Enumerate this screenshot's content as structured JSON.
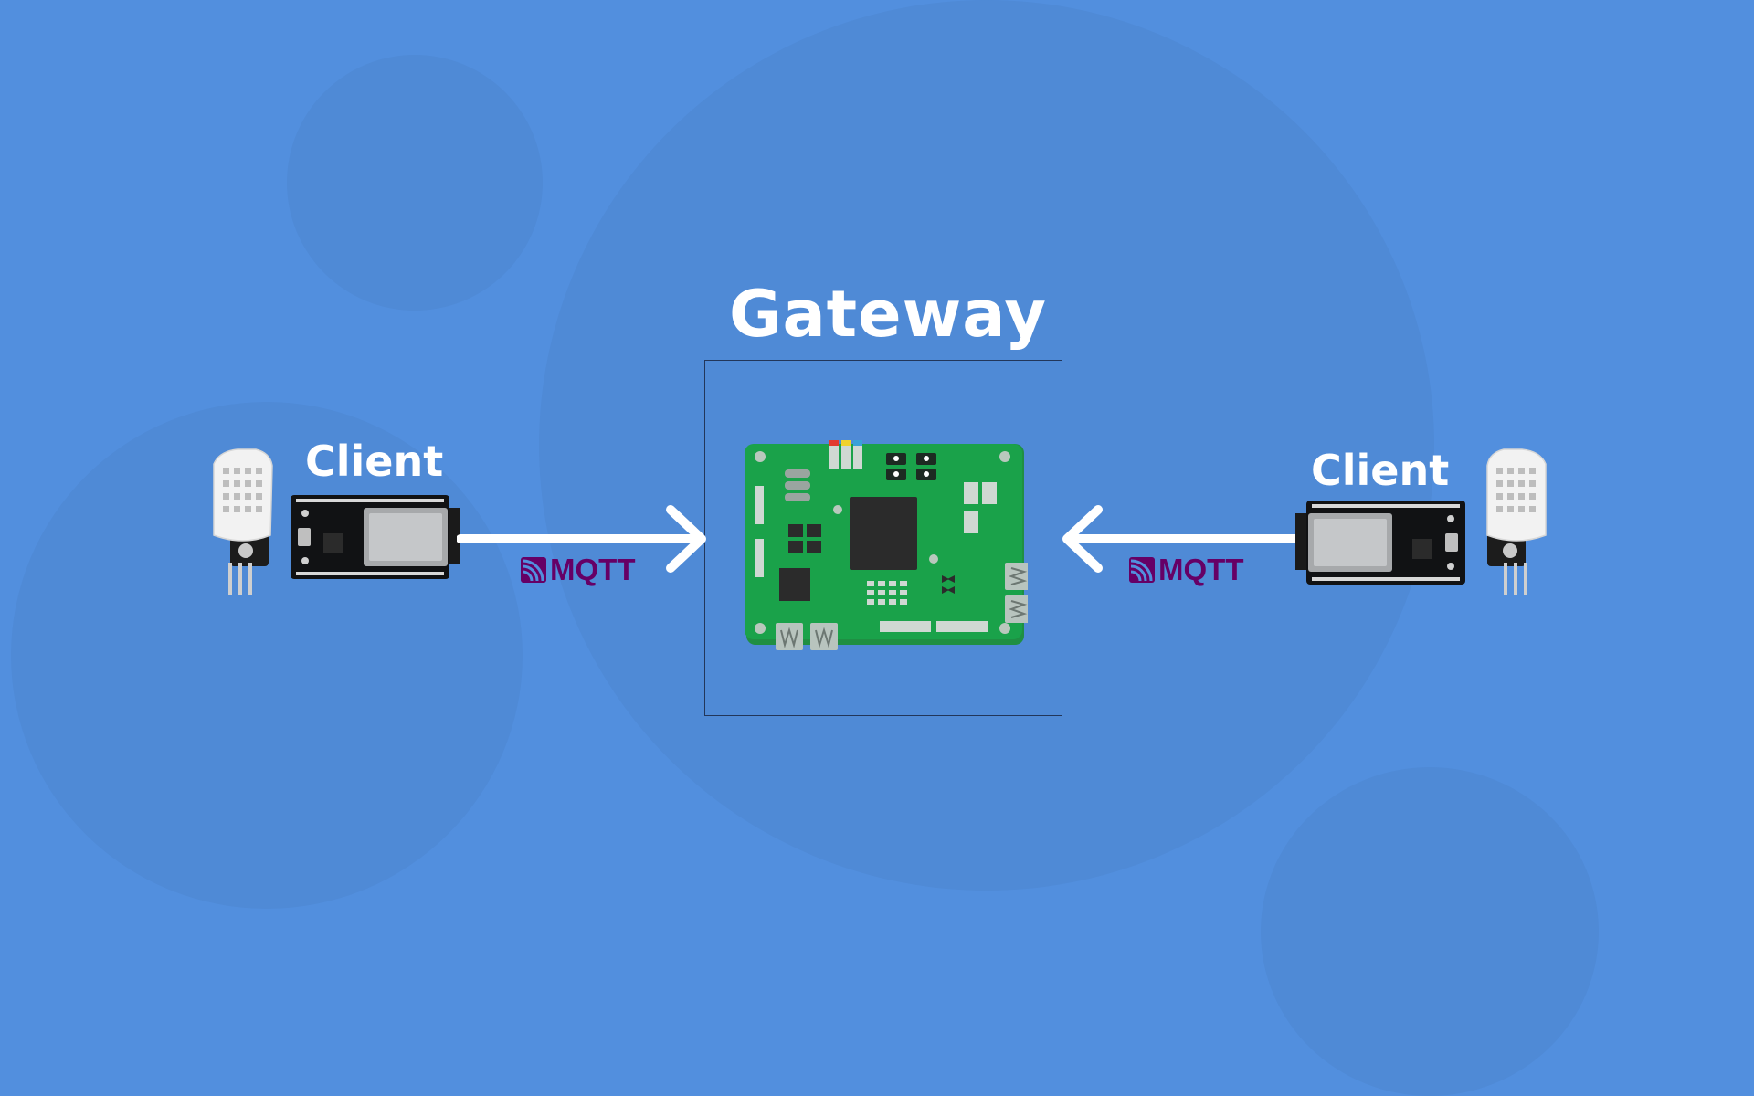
{
  "diagram": {
    "title": "Gateway",
    "clients": [
      {
        "label": "Client"
      },
      {
        "label": "Client"
      }
    ],
    "protocol_label": "MQTT",
    "colors": {
      "background": "#528fde",
      "background_circles": "#4f8ad6",
      "text": "#ffffff",
      "mqtt": "#660066",
      "gateway_board": "#1aa24a",
      "arrow": "#ffffff"
    }
  }
}
